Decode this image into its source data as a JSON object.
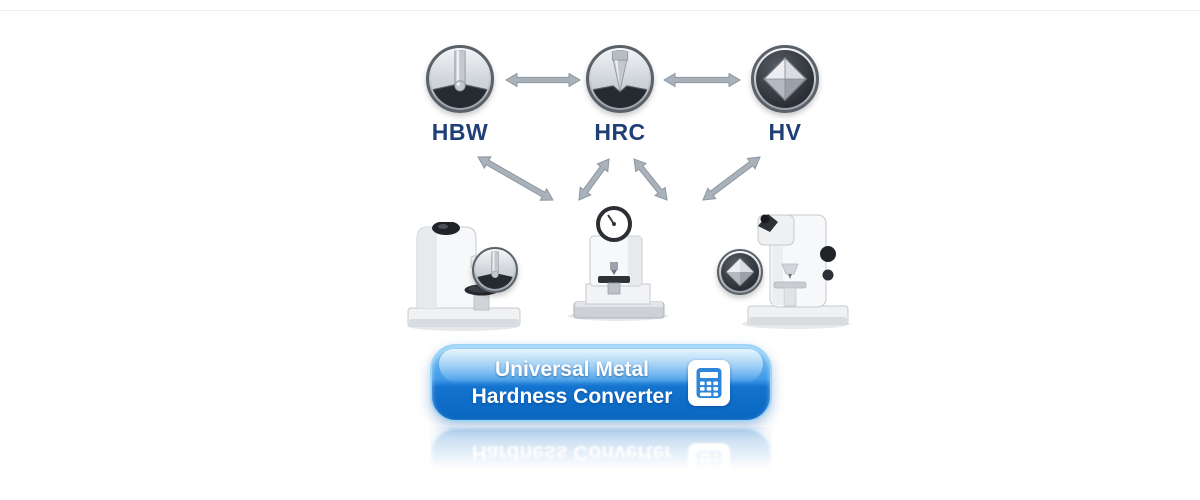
{
  "scales": [
    {
      "code": "HBW",
      "icon": "ball-indenter-icon"
    },
    {
      "code": "HRC",
      "icon": "cone-indenter-icon"
    },
    {
      "code": "HV",
      "icon": "diamond-indenter-icon"
    }
  ],
  "machines": [
    {
      "icon": "hbw-hardness-tester-image",
      "badge_icon": "ball-indenter-badge-icon"
    },
    {
      "icon": "hrc-hardness-tester-image"
    },
    {
      "icon": "hv-hardness-tester-image",
      "badge_icon": "diamond-indenter-badge-icon"
    }
  ],
  "converter_button": {
    "label_line1": "Universal Metal",
    "label_line2": "Hardness Converter",
    "icon": "calculator-icon"
  },
  "colors": {
    "scale_label": "#1f3f76",
    "arrow": "#a9b2ba",
    "arrow_outline": "#8d97a0",
    "button_gradient_top": "#7cc5f5",
    "button_gradient_bottom": "#0a66c0",
    "button_border": "#9ed4f6",
    "button_text": "#ffffff"
  }
}
